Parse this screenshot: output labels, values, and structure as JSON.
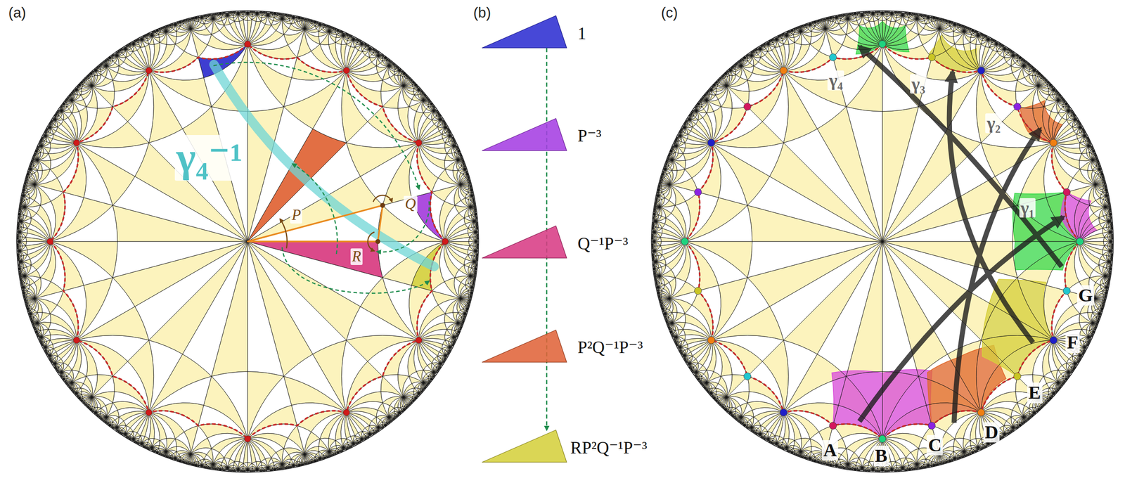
{
  "diagram": {
    "nodes": [
      {
        "text": [
          "1"
        ]
      },
      {
        "text": [
          "P⁻³"
        ]
      },
      {
        "text": [
          "Q⁻¹P⁻³"
        ]
      },
      {
        "text": [
          "P²Q⁻¹P⁻³"
        ]
      },
      {
        "text": [
          "RP²Q⁻¹P⁻³"
        ]
      }
    ],
    "edges": [
      {
        "from": 0,
        "to": 4,
        "arrow": "to"
      }
    ],
    "labels": [
      "(a)",
      "(b)",
      "(c)",
      "γ₄⁻¹",
      "P",
      "Q",
      "R",
      "γ₄",
      "γ₃",
      "γ₂",
      "γ₁",
      "A",
      "B",
      "C",
      "D",
      "E",
      "F",
      "G"
    ]
  }
}
